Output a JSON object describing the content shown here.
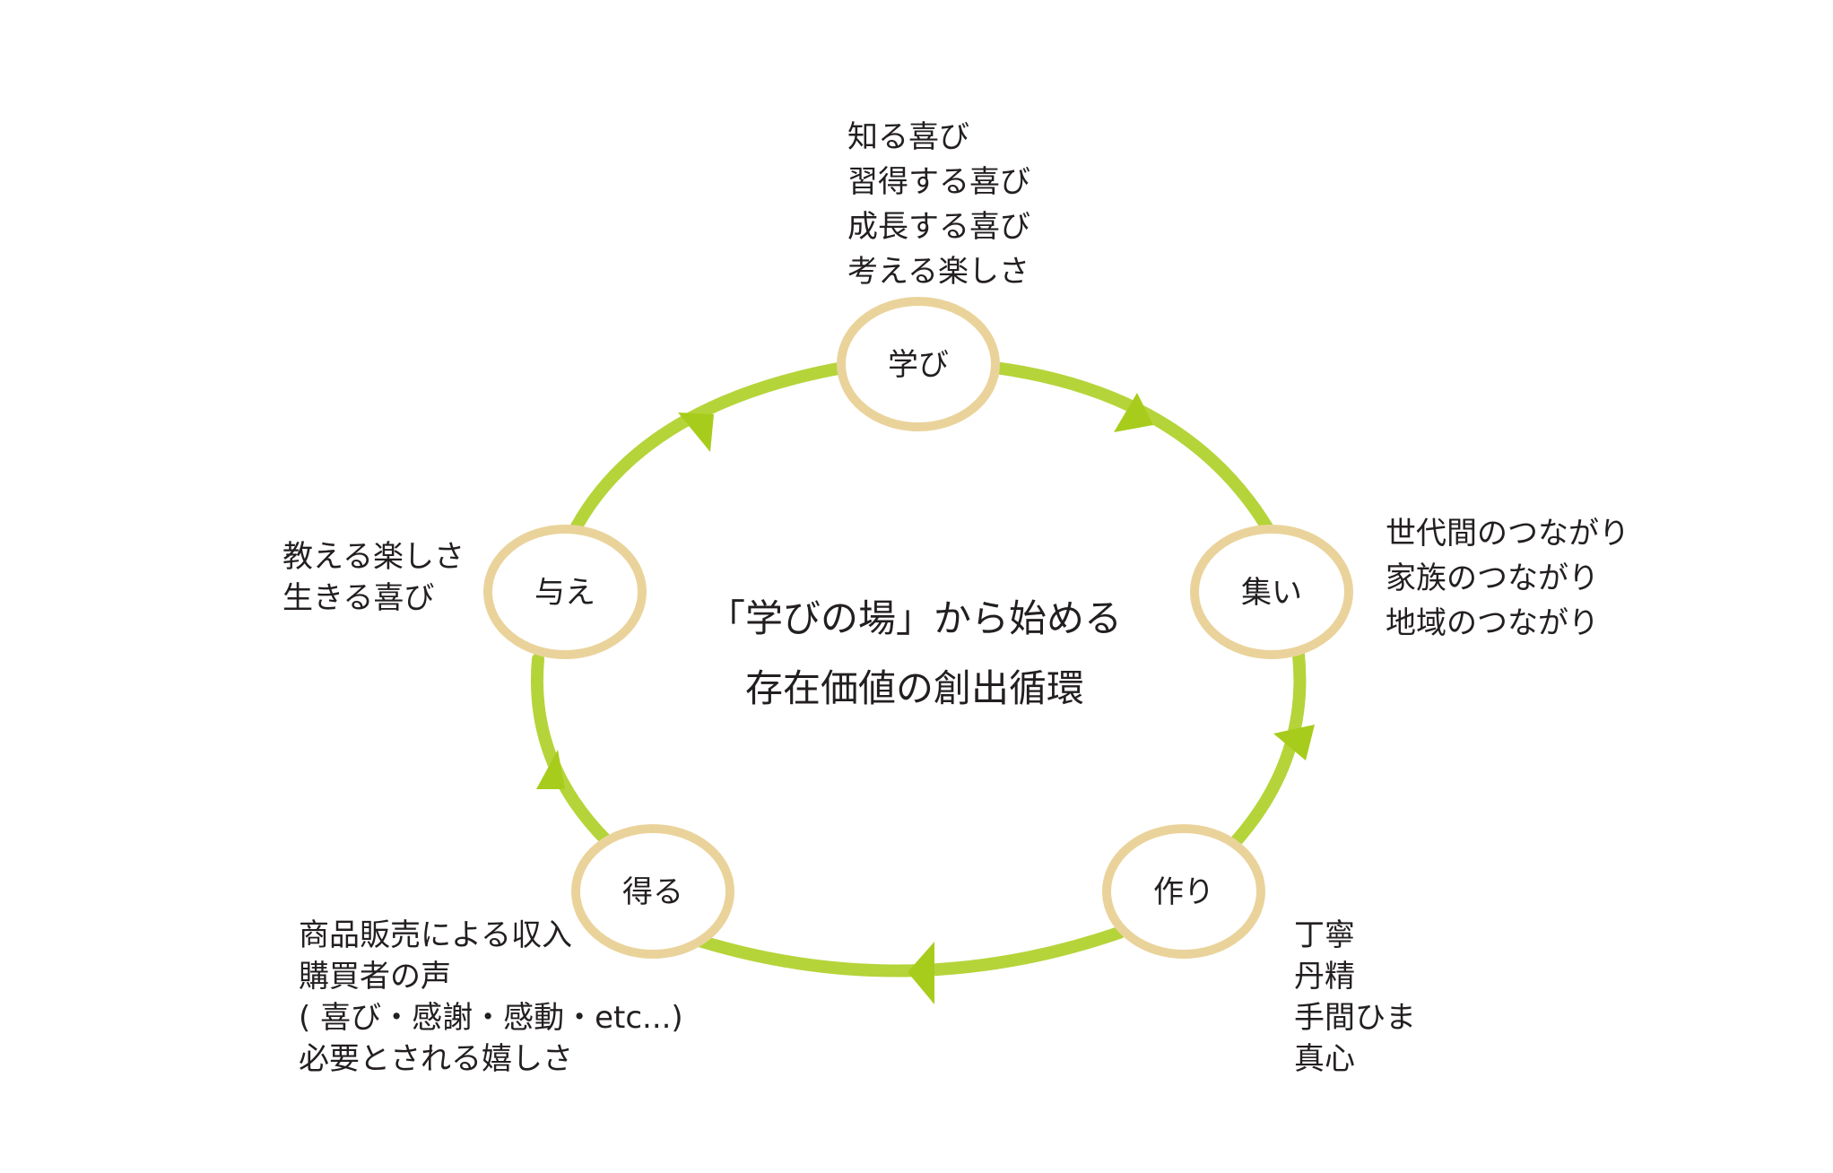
{
  "diagram": {
    "center": {
      "line1": "「学びの場」から始める",
      "line2": "存在価値の創出循環"
    },
    "nodes": [
      {
        "id": "manabi",
        "label": "学び"
      },
      {
        "id": "tsudoi",
        "label": "集い"
      },
      {
        "id": "tsukuri",
        "label": "作り"
      },
      {
        "id": "eru",
        "label": "得る"
      },
      {
        "id": "atae",
        "label": "与え"
      }
    ],
    "notes": {
      "manabi": [
        "知る喜び",
        "習得する喜び",
        "成長する喜び",
        "考える楽しさ"
      ],
      "tsudoi": [
        "世代間のつながり",
        "家族のつながり",
        "地域のつながり"
      ],
      "tsukuri": [
        "丁寧",
        "丹精",
        "手間ひま",
        "真心"
      ],
      "eru": [
        "商品販売による収入",
        "購買者の声",
        "( 喜び・感謝・感動・etc...)",
        "必要とされる嬉しさ"
      ],
      "atae": [
        "教える楽しさ",
        "生きる喜び"
      ]
    },
    "flow_direction": "clockwise",
    "colors": {
      "cycle_line": "#b5d43a",
      "arrow_head": "#a8cc1c",
      "node_border": "#ead39b",
      "node_fill": "#ffffff",
      "text": "#231f20"
    }
  }
}
